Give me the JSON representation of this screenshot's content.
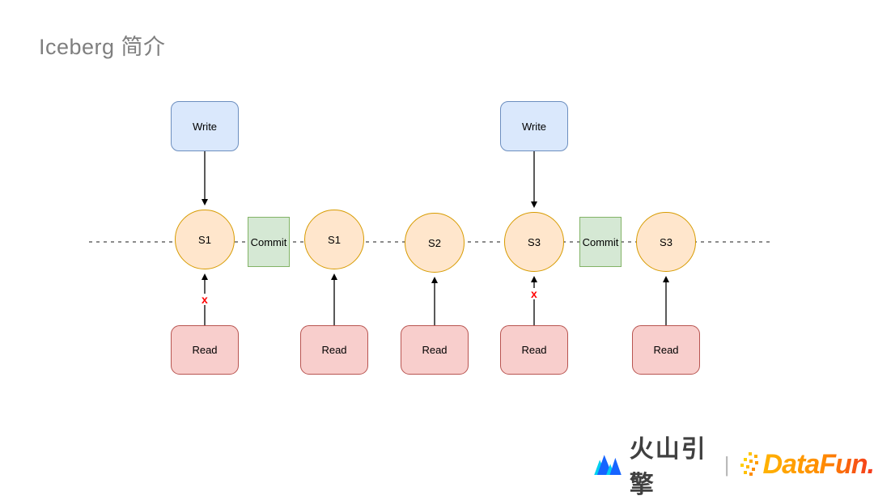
{
  "title": "Iceberg 简介",
  "diagram": {
    "writes": [
      {
        "label": "Write"
      },
      {
        "label": "Write"
      }
    ],
    "snapshots": [
      {
        "label": "S1"
      },
      {
        "label": "S1"
      },
      {
        "label": "S2"
      },
      {
        "label": "S3"
      },
      {
        "label": "S3"
      }
    ],
    "commits": [
      {
        "label": "Commit"
      },
      {
        "label": "Commit"
      }
    ],
    "reads": [
      {
        "label": "Read"
      },
      {
        "label": "Read"
      },
      {
        "label": "Read"
      },
      {
        "label": "Read"
      },
      {
        "label": "Read"
      }
    ],
    "conflicts": [
      {
        "label": "x"
      },
      {
        "label": "x"
      }
    ],
    "colors": {
      "write_fill": "#DAE8FC",
      "write_border": "#6C8EBF",
      "snapshot_fill": "#FFE6CC",
      "snapshot_border": "#D79B00",
      "commit_fill": "#D5E8D4",
      "commit_border": "#82B366",
      "read_fill": "#F8CECC",
      "read_border": "#B85450",
      "conflict_mark": "#FF0000",
      "timeline": "#666666",
      "arrow": "#000000"
    }
  },
  "footer": {
    "volcano_engine": "火山引擎",
    "separator": "|",
    "datafun": "DataFun.",
    "colors": {
      "volcano_blue": "#1664FF",
      "volcano_cyan": "#00D0F0",
      "datafun_yellow": "#FFB300",
      "datafun_red": "#F4381E"
    }
  }
}
